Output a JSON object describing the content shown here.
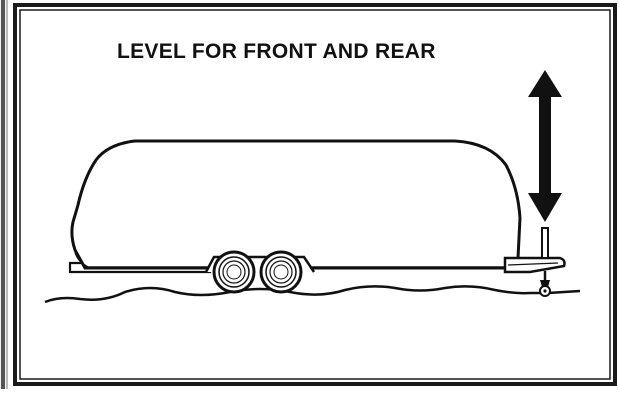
{
  "title": "LEVEL FOR FRONT AND REAR",
  "colors": {
    "ink": "#111111",
    "paper": "#ffffff",
    "border": "#1a1a1a"
  },
  "icons": {
    "arrow": "double-headed-vertical-arrow",
    "vehicle": "travel-trailer",
    "jack": "tongue-jack-wheel"
  }
}
